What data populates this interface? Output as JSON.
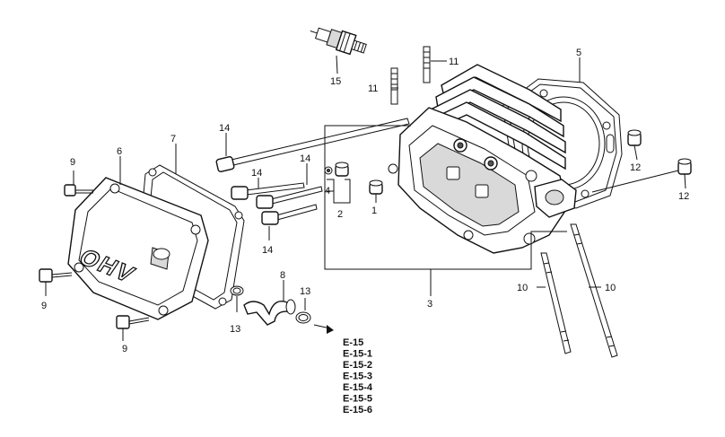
{
  "callouts": {
    "c1": "1",
    "c2": "2",
    "c3": "3",
    "c4": "4",
    "c5": "5",
    "c6": "6",
    "c7": "7",
    "c8": "8",
    "c9a": "9",
    "c9b": "9",
    "c9c": "9",
    "c10a": "10",
    "c10b": "10",
    "c11a": "11",
    "c11b": "11",
    "c12a": "12",
    "c12b": "12",
    "c13a": "13",
    "c13b": "13",
    "c14a": "14",
    "c14b": "14",
    "c14c": "14",
    "c14d": "14",
    "c15": "15"
  },
  "references": [
    "E-15",
    "E-15-1",
    "E-15-2",
    "E-15-3",
    "E-15-4",
    "E-15-5",
    "E-15-6"
  ],
  "cover_logo": "OHV"
}
